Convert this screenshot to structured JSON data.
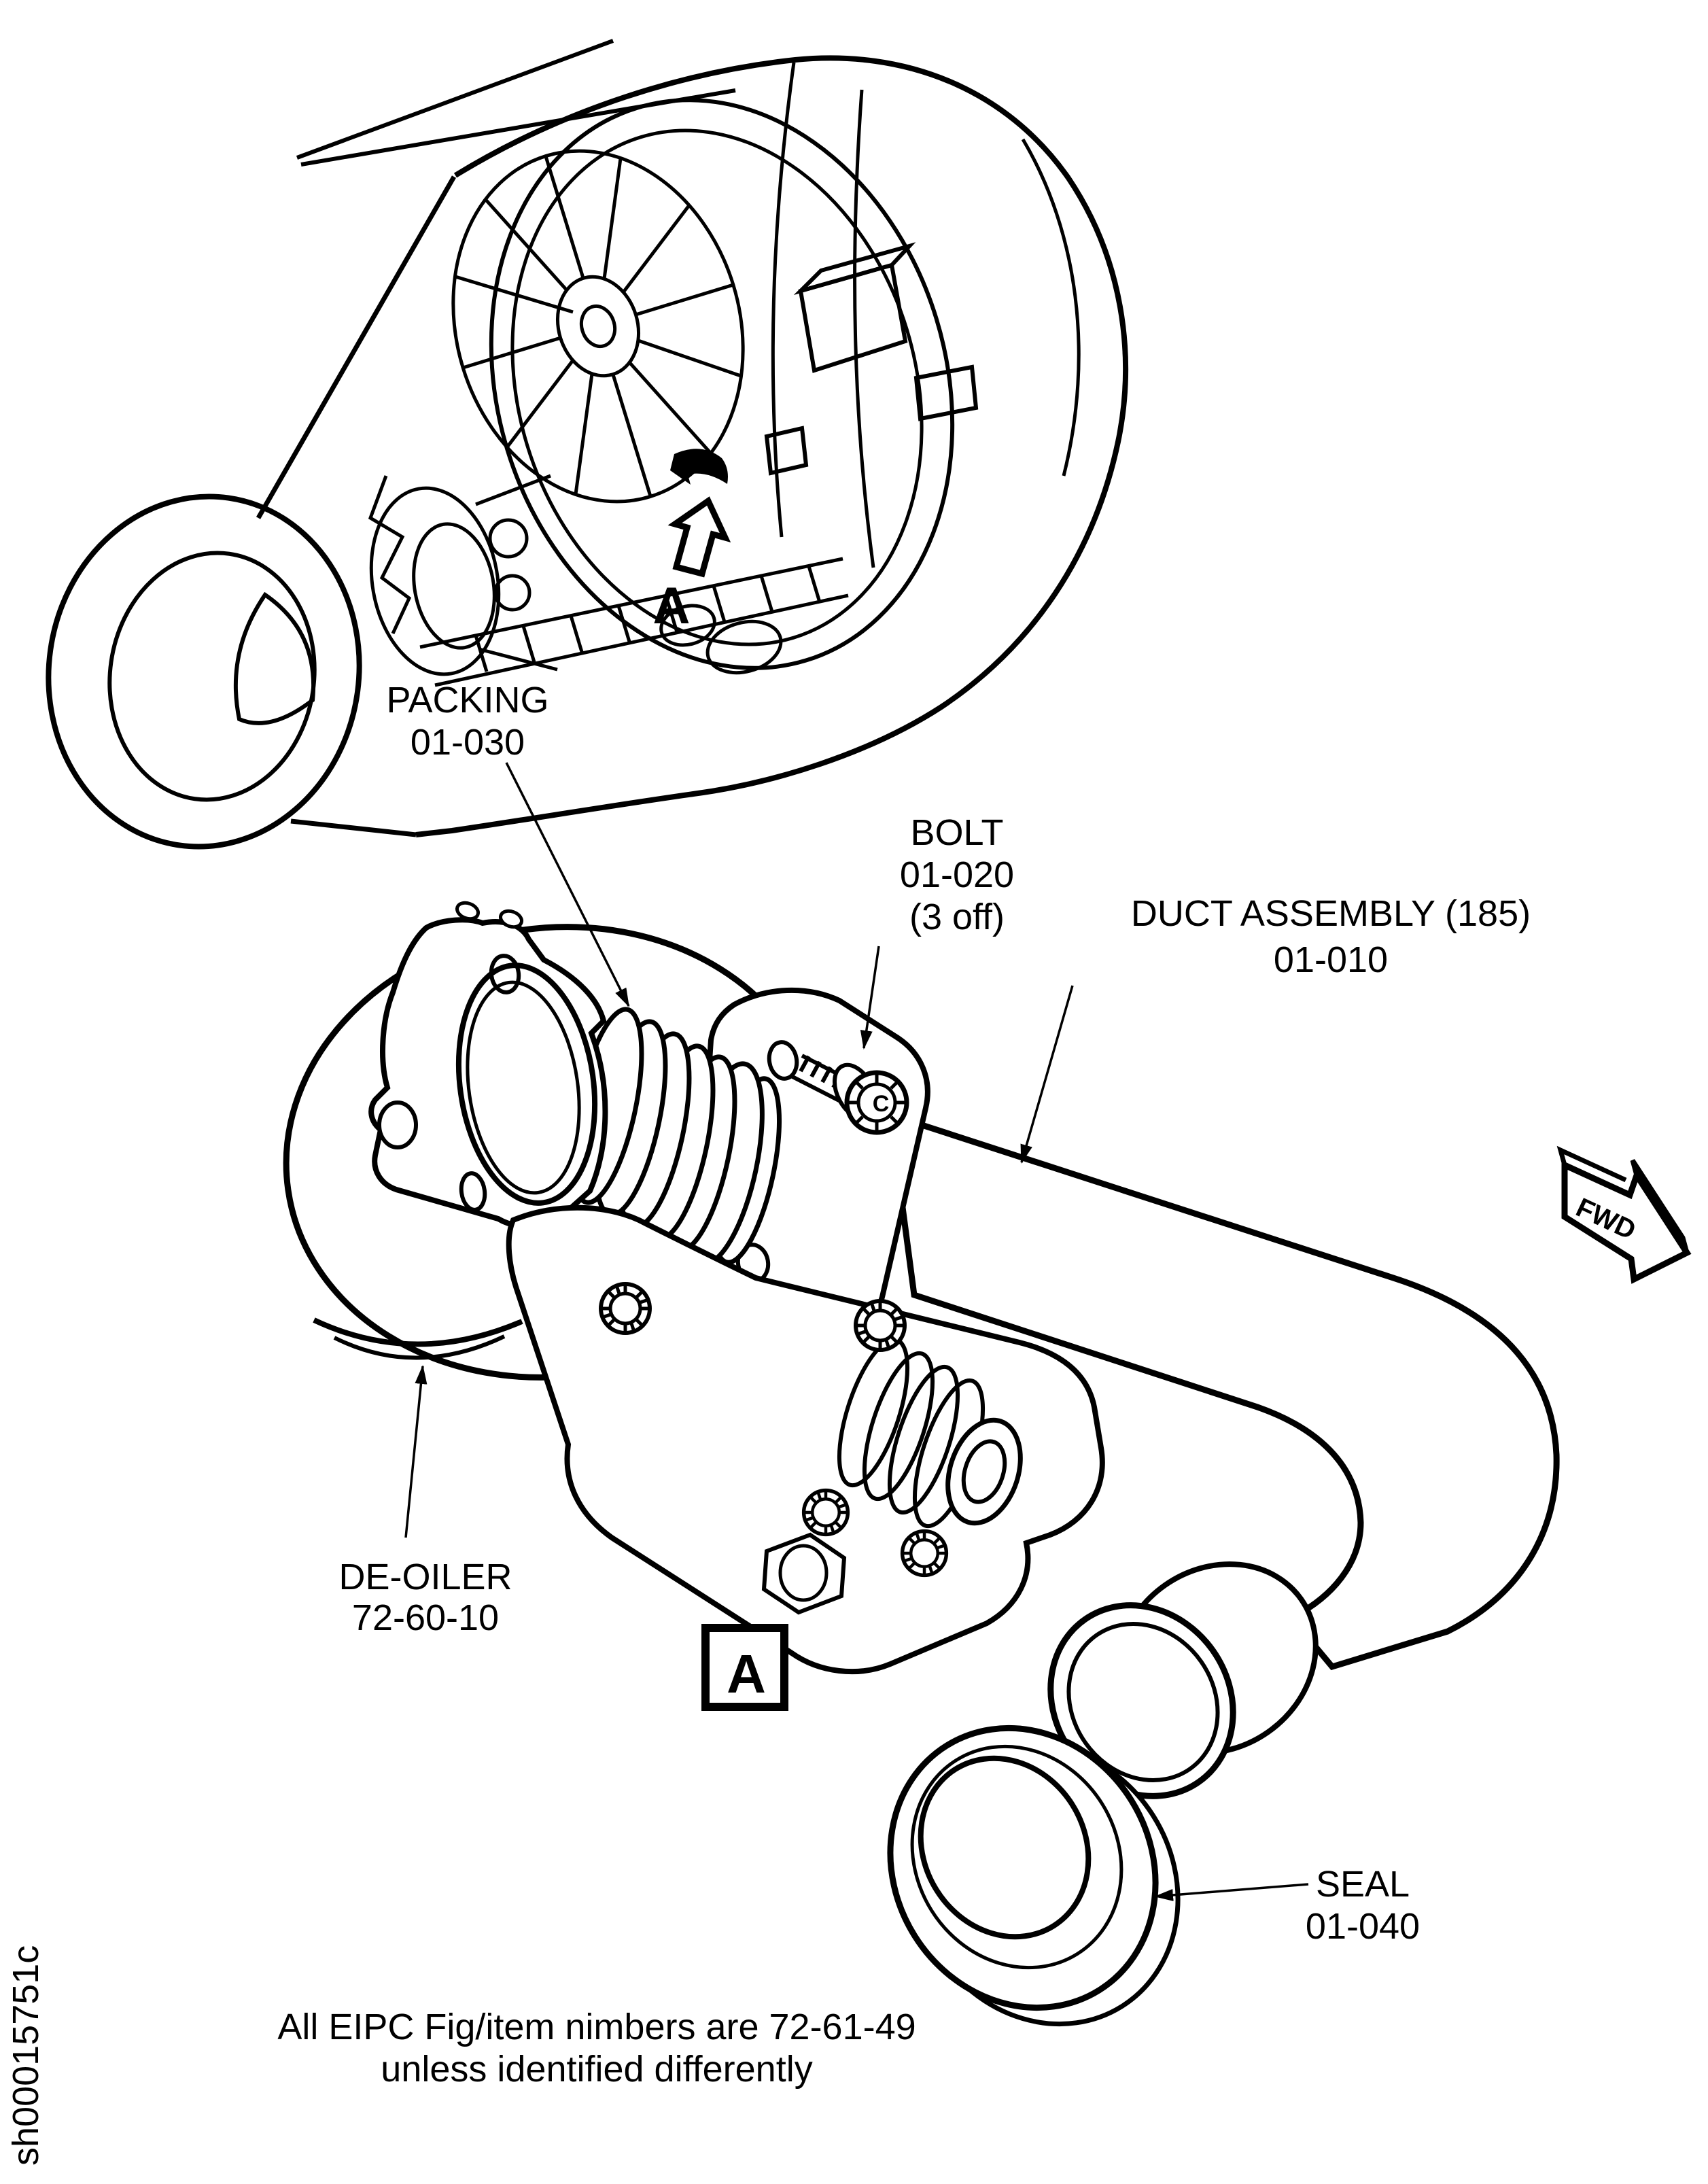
{
  "doc": {
    "type": "illustrated-parts-figure",
    "sheet_code": "sh00015751c",
    "colors": {
      "ink": "#000000",
      "paper": "#ffffff"
    },
    "detail": {
      "view_letter": "A",
      "box_letter": "A",
      "fwd_label": "FWD"
    },
    "bolt_head_mark": "C",
    "callouts": {
      "packing": {
        "name": "PACKING",
        "ref": "01-030"
      },
      "bolt": {
        "name": "BOLT",
        "ref": "01-020",
        "qty": "(3 off)"
      },
      "duct": {
        "name": "DUCT ASSEMBLY (185)",
        "ref": "01-010"
      },
      "deoiler": {
        "name": "DE-OILER",
        "ref": "72-60-10"
      },
      "seal": {
        "name": "SEAL",
        "ref": "01-040"
      }
    },
    "note": {
      "line1": "All EIPC Fig/item nimbers are 72-61-49",
      "line2": "unless identified differently"
    }
  }
}
